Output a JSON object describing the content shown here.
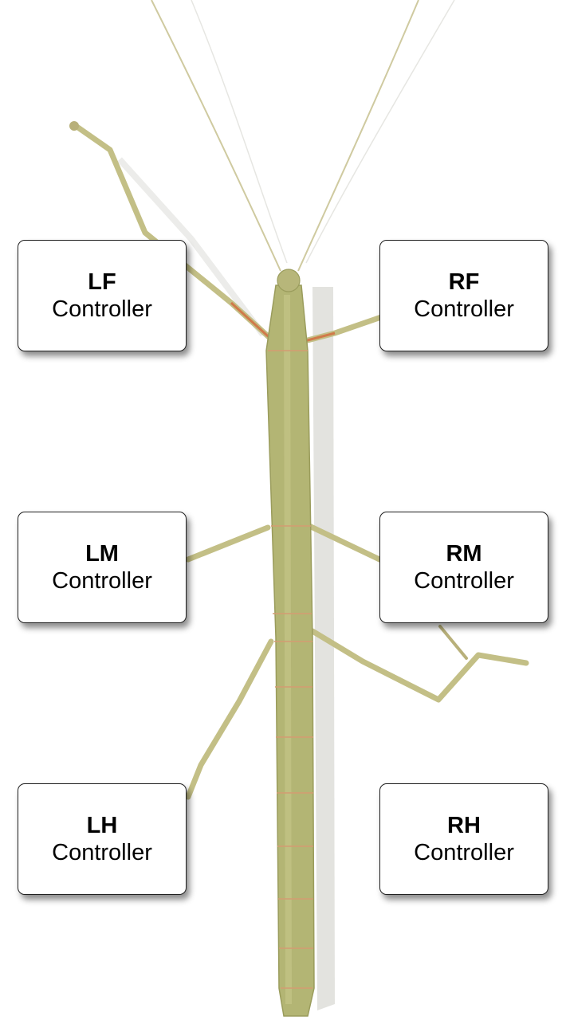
{
  "colors": {
    "body": "#b3b574",
    "body_dark": "#9a9c5c",
    "leg": "#c3bf86",
    "joint_accent": "#d07a4a",
    "segment_line": "#d49b72",
    "shadow": "#e0e0dc"
  },
  "controllers": [
    {
      "id": "lf",
      "code": "LF",
      "label": "Controller"
    },
    {
      "id": "rf",
      "code": "RF",
      "label": "Controller"
    },
    {
      "id": "lm",
      "code": "LM",
      "label": "Controller"
    },
    {
      "id": "rm",
      "code": "RM",
      "label": "Controller"
    },
    {
      "id": "lh",
      "code": "LH",
      "label": "Controller"
    },
    {
      "id": "rh",
      "code": "RH",
      "label": "Controller"
    }
  ]
}
